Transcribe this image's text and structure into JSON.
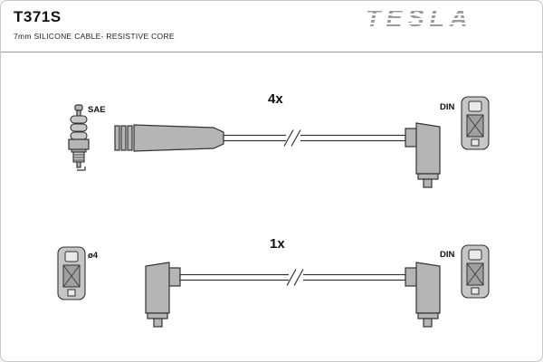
{
  "header": {
    "part_number": "T371S",
    "subtitle": "7mm SILICONE CABLE- RESISTIVE CORE",
    "brand": "TESLA"
  },
  "rows": {
    "top": {
      "quantity": "4x",
      "left_connector_label": "SAE",
      "right_connector_label": "DIN"
    },
    "bottom": {
      "quantity": "1x",
      "left_connector_label": "ø4",
      "right_connector_label": "DIN"
    }
  },
  "colors": {
    "brand_gray": "#9c9ca0",
    "boot_fill": "#b5b5b5",
    "outline": "#333333"
  }
}
